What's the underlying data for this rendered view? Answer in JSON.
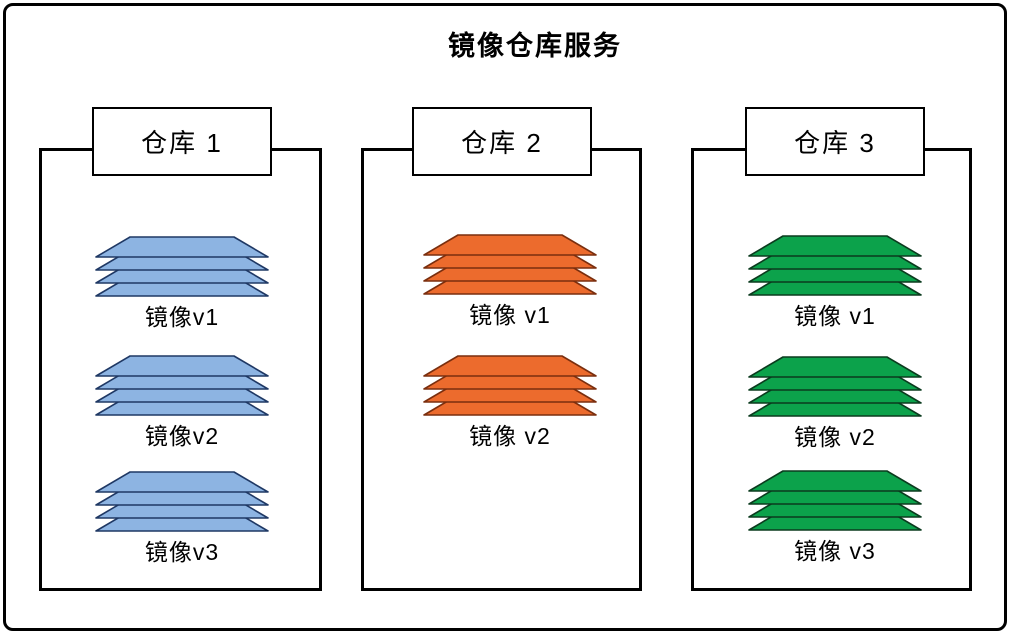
{
  "title": "镜像仓库服务",
  "colors": {
    "frame_border": "#000000",
    "background": "#ffffff",
    "repo1_fill": "#8DB4E2",
    "repo1_stroke": "#1F3864",
    "repo2_fill": "#EC6B2D",
    "repo2_stroke": "#7A2E0E",
    "repo3_fill": "#0CA24B",
    "repo3_stroke": "#0B3B1E"
  },
  "repos": [
    {
      "name": "仓库 1",
      "fill": "#8DB4E2",
      "stroke": "#1F3864",
      "images": [
        {
          "label": "镜像v1"
        },
        {
          "label": "镜像v2"
        },
        {
          "label": "镜像v3"
        }
      ]
    },
    {
      "name": "仓库 2",
      "fill": "#EC6B2D",
      "stroke": "#7A2E0E",
      "images": [
        {
          "label": "镜像 v1"
        },
        {
          "label": "镜像 v2"
        }
      ]
    },
    {
      "name": "仓库 3",
      "fill": "#0CA24B",
      "stroke": "#0B3B1E",
      "images": [
        {
          "label": "镜像 v1"
        },
        {
          "label": "镜像 v2"
        },
        {
          "label": "镜像 v3"
        }
      ]
    }
  ],
  "diagram": {
    "layers_per_stack": 4
  }
}
